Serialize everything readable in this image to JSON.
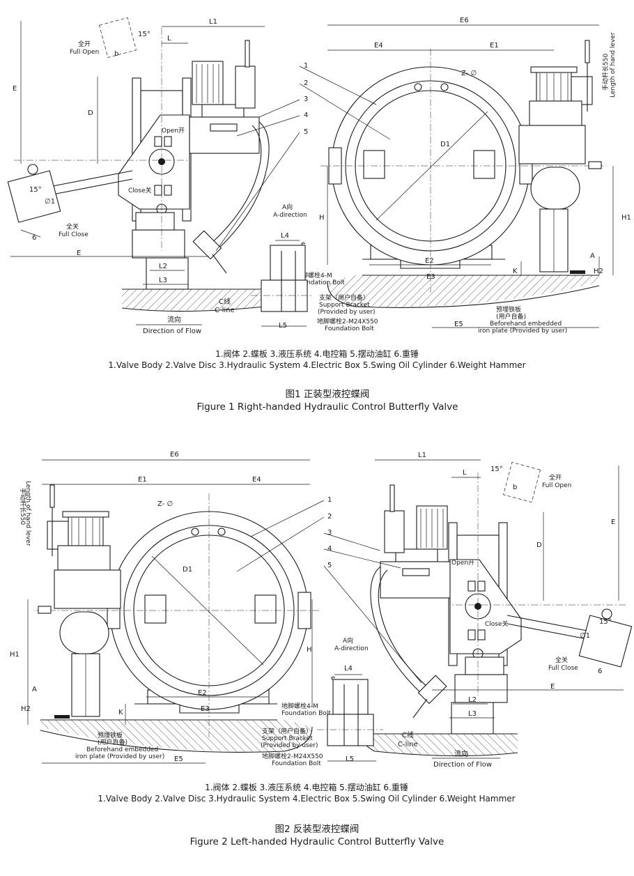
{
  "figure1": {
    "dims": {
      "L1": "L1",
      "L": "L",
      "angle": "15°",
      "b": "b",
      "E": "E",
      "D": "D",
      "phi1": "∅1",
      "L2": "L2",
      "L3": "L3",
      "L4": "L4",
      "e": "e",
      "L5": "L5",
      "E6": "E6",
      "E4": "E4",
      "E1": "E1",
      "Z": "Z- ∅",
      "D1": "D1",
      "H": "H",
      "H1": "H1",
      "E2": "E2",
      "E3": "E3",
      "K": "K",
      "A": "A",
      "H2": "H2",
      "E5": "E5"
    },
    "labels": {
      "full_open_cn": "全开",
      "full_open_en": "Full Open",
      "full_close_cn": "全关",
      "full_close_en": "Full Close",
      "open": "Open开",
      "close": "Close关",
      "a_dir_cn": "A向",
      "a_dir_en": "A-direction",
      "c_line_cn": "C线",
      "c_line_en": "C-line",
      "flow_cn": "流向",
      "flow_en": "Direction of Flow",
      "bolt4_cn": "地脚螺栓4-M",
      "bolt4_en": "Foundation Bolt",
      "bracket_cn": "支架（用户自备）",
      "bracket_en1": "Support Bracket",
      "bracket_en2": "(Provided by user)",
      "bolt2_cn": "地脚螺栓2-M24X550",
      "bolt2_en": "Foundation Bolt",
      "plate_cn1": "预埋铁板",
      "plate_cn2": "(用户自备)",
      "plate_en1": "Beforehand embedded",
      "plate_en2": "iron plate (Provided by user)",
      "lever_cn": "手动杆长550",
      "lever_en": "Length of hand lever"
    },
    "callouts": [
      "1",
      "2",
      "3",
      "4",
      "5",
      "6"
    ],
    "legend_cn": "1.阀体  2.蝶板  3.液压系统  4.电控箱  5.摆动油缸  6.重锤",
    "legend_en": "1.Valve Body  2.Valve Disc  3.Hydraulic System  4.Electric Box  5.Swing Oil Cylinder  6.Weight Hammer",
    "title_cn": "图1 正装型液控蝶阀",
    "title_en": "Figure 1 Right-handed Hydraulic Control Butterfly Valve"
  },
  "figure2": {
    "legend_cn": "1.阀体  2.蝶板  3.液压系统  4.电控箱  5.摆动油缸  6.重锤",
    "legend_en": "1.Valve Body  2.Valve Disc  3.Hydraulic System  4.Electric Box  5.Swing Oil Cylinder  6.Weight Hammer",
    "title_cn": "图2 反装型液控蝶阀",
    "title_en": "Figure 2 Left-handed Hydraulic Control Butterfly Valve"
  }
}
